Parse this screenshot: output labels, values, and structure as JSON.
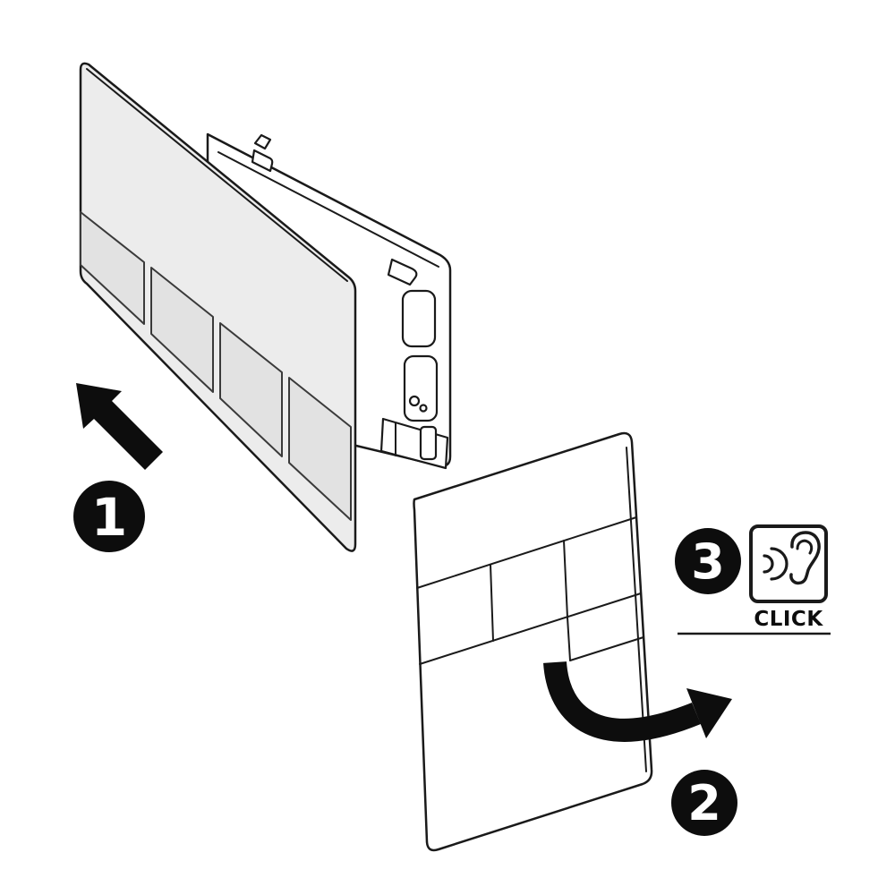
{
  "diagram": {
    "background": "#ffffff",
    "line_color": "#1a1a1a",
    "panel_fill": "#ececec",
    "button_fill": "#e2e2e2",
    "badge": {
      "bg": "#0d0d0d",
      "text_color": "#ffffff"
    },
    "steps": [
      {
        "label": "1"
      },
      {
        "label": "2"
      },
      {
        "label": "3"
      }
    ],
    "click_label": "CLICK",
    "icons": [
      {
        "name": "arrow-up-left-icon",
        "meaning": "push plate onto frame"
      },
      {
        "name": "rotate-arrow-icon",
        "meaning": "swing panel closed"
      },
      {
        "name": "ear-sound-icon",
        "meaning": "audible click"
      }
    ]
  }
}
